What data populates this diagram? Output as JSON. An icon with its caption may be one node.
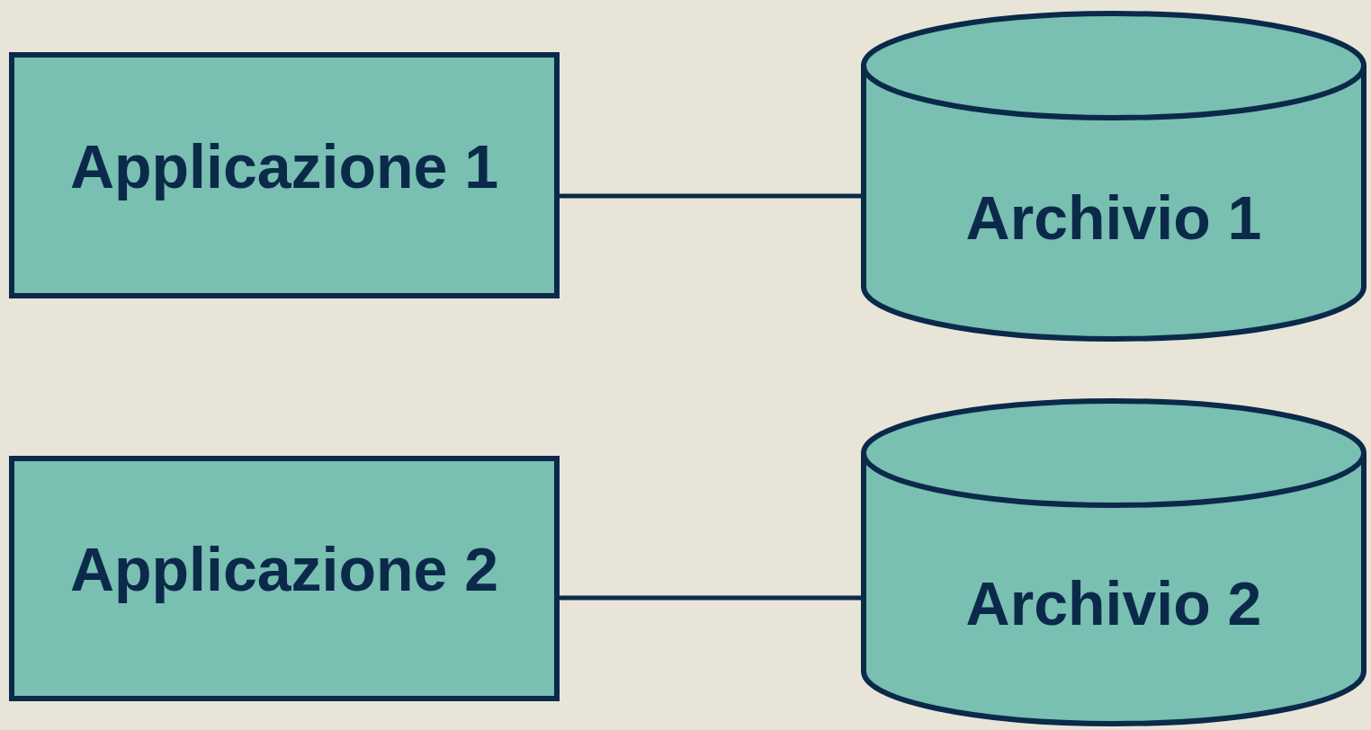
{
  "diagram": {
    "nodes": [
      {
        "text": [
          "Applicazione 1"
        ]
      },
      {
        "text": [
          "Archivio 1"
        ]
      },
      {
        "text": [
          "Applicazione 2"
        ]
      },
      {
        "text": [
          "Archivio 2"
        ]
      }
    ],
    "edges": [
      {
        "from": 0,
        "to": 1,
        "arrow": "none"
      },
      {
        "from": 2,
        "to": 3,
        "arrow": "none"
      }
    ]
  }
}
